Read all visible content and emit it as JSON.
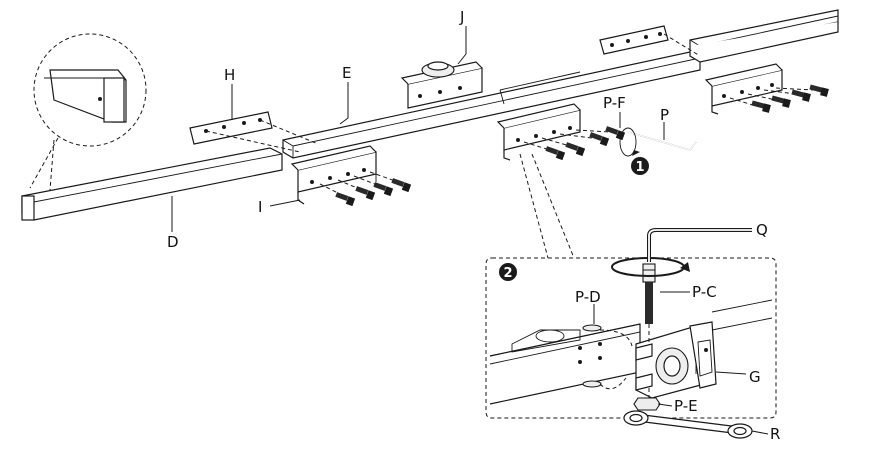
{
  "labels": {
    "D": "D",
    "E": "E",
    "G": "G",
    "H": "H",
    "I": "I",
    "J": "J",
    "P": "P",
    "P-C": "P-C",
    "P-D": "P-D",
    "P-E": "P-E",
    "P-F": "P-F",
    "Q": "Q",
    "R": "R"
  },
  "steps": {
    "step1": "1",
    "step2": "2"
  }
}
